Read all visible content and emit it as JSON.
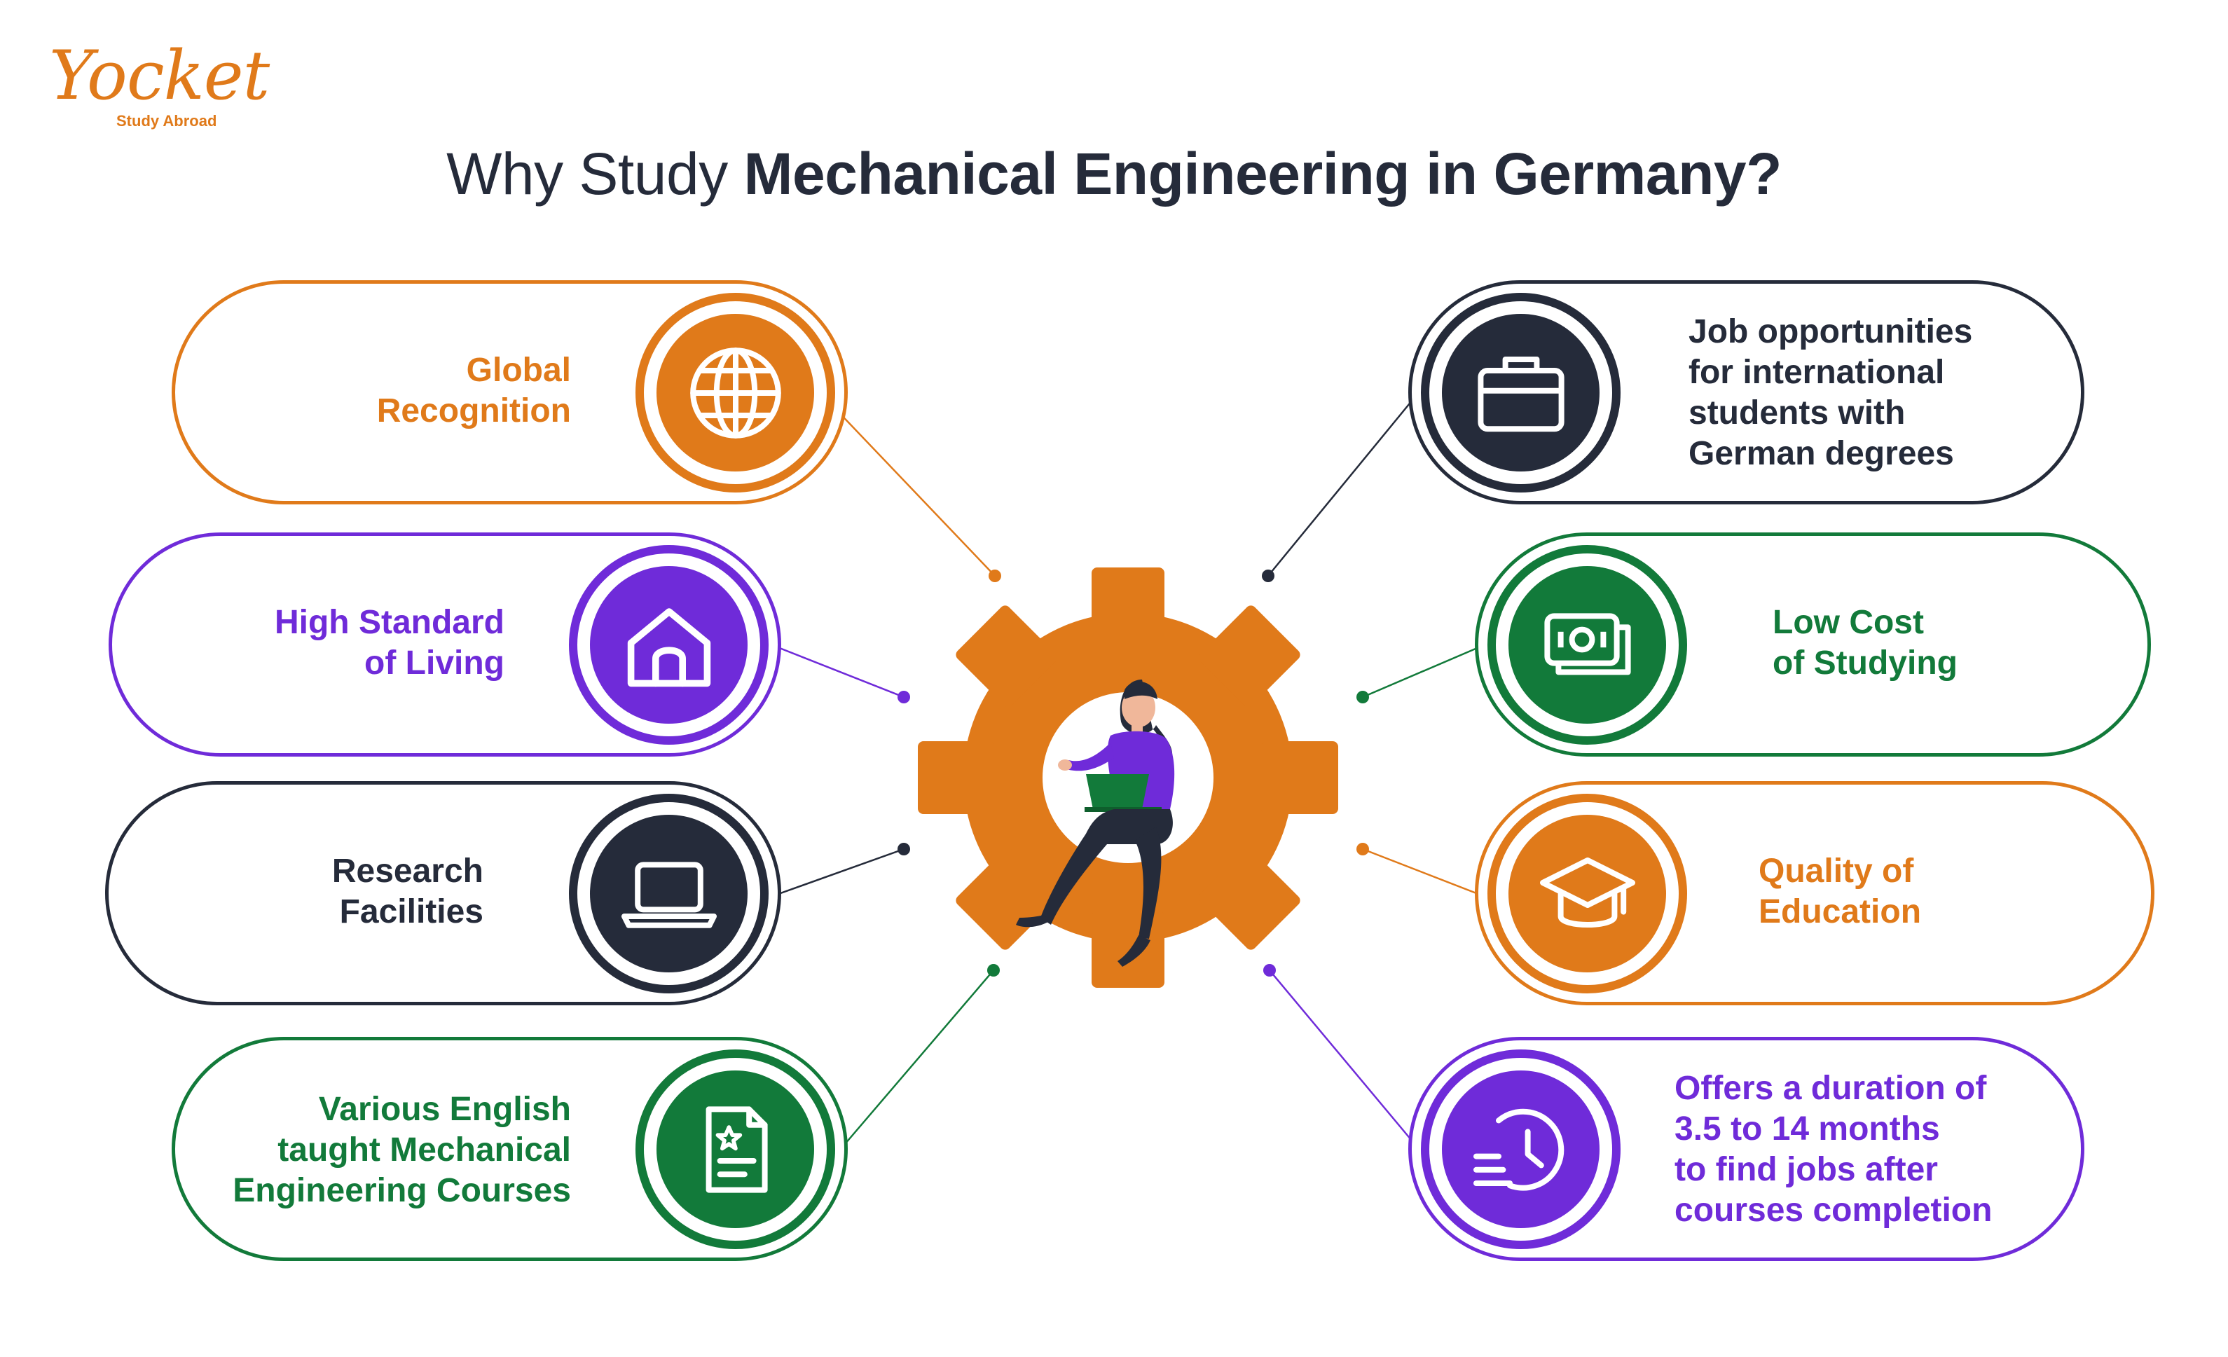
{
  "brand": {
    "name": "Yocket",
    "tagline": "Study Abroad"
  },
  "title": {
    "prefix": "Why Study ",
    "emphasis": "Mechanical Engineering in Germany?"
  },
  "colors": {
    "orange": "#e07a1a",
    "purple": "#6f2bd9",
    "dark": "#252b3a",
    "green": "#127a3a"
  },
  "left_items": [
    {
      "label": "Global\nRecognition",
      "icon": "globe-icon",
      "color": "orange"
    },
    {
      "label": "High Standard\nof Living",
      "icon": "home-icon",
      "color": "purple"
    },
    {
      "label": "Research\nFacilities",
      "icon": "laptop-icon",
      "color": "dark"
    },
    {
      "label": "Various English\ntaught Mechanical\nEngineering Courses",
      "icon": "document-star-icon",
      "color": "green"
    }
  ],
  "right_items": [
    {
      "label": "Job opportunities\nfor international\nstudents with\nGerman degrees",
      "icon": "briefcase-icon",
      "color": "dark"
    },
    {
      "label": "Low Cost\nof Studying",
      "icon": "money-icon",
      "color": "green"
    },
    {
      "label": "Quality of\nEducation",
      "icon": "graduation-cap-icon",
      "color": "orange"
    },
    {
      "label": "Offers a duration of\n3.5 to 14 months\nto find jobs after\ncourses completion",
      "icon": "clock-icon",
      "color": "purple"
    }
  ]
}
